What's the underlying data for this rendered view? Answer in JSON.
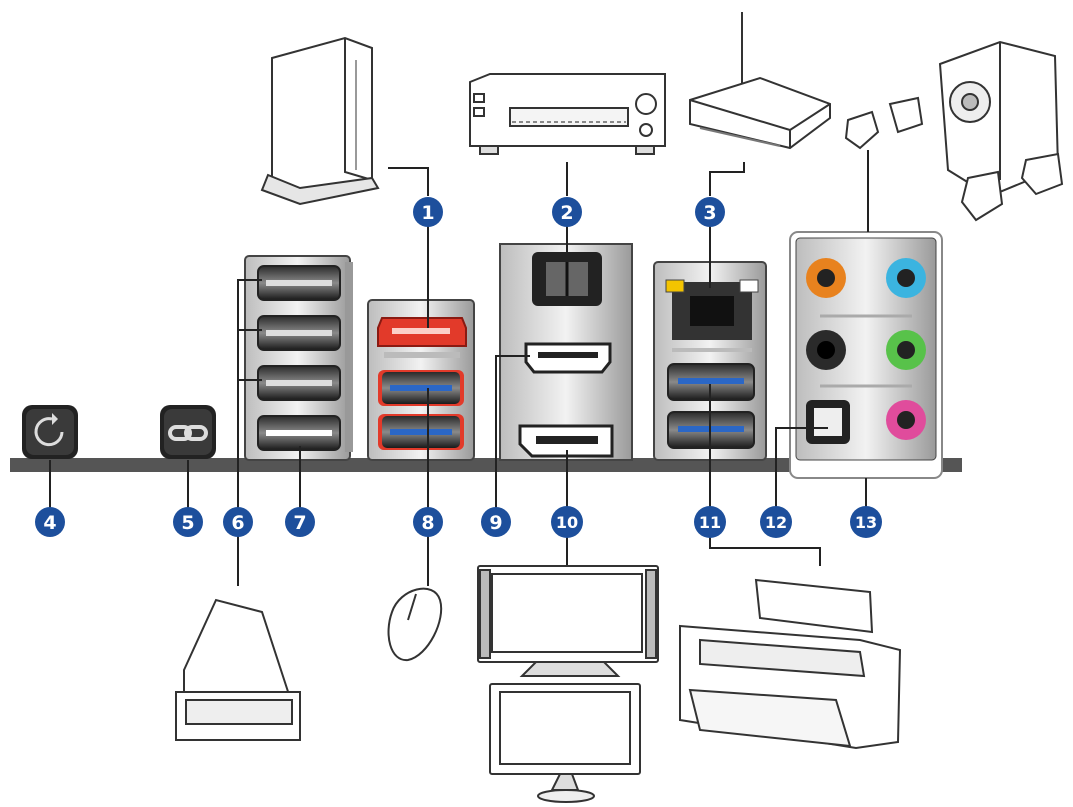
{
  "callouts": [
    "1",
    "2",
    "3",
    "4",
    "5",
    "6",
    "7",
    "8",
    "9",
    "10",
    "11",
    "12",
    "13"
  ],
  "colors": {
    "badge": "#1d4f9c",
    "esata": "#e23a2a",
    "usb3": "#2b67c6",
    "audio_orange": "#e8821e",
    "audio_blue": "#3bb4e0",
    "audio_green": "#58c24a",
    "audio_pink": "#e04c9c",
    "led_yellow": "#f4c400",
    "board_line": "#555555"
  },
  "icons": [
    "external-drive-icon",
    "av-receiver-icon",
    "router-icon",
    "speaker-system-icon",
    "scanner-icon",
    "mouse-icon",
    "monitor-icon",
    "printer-icon"
  ]
}
